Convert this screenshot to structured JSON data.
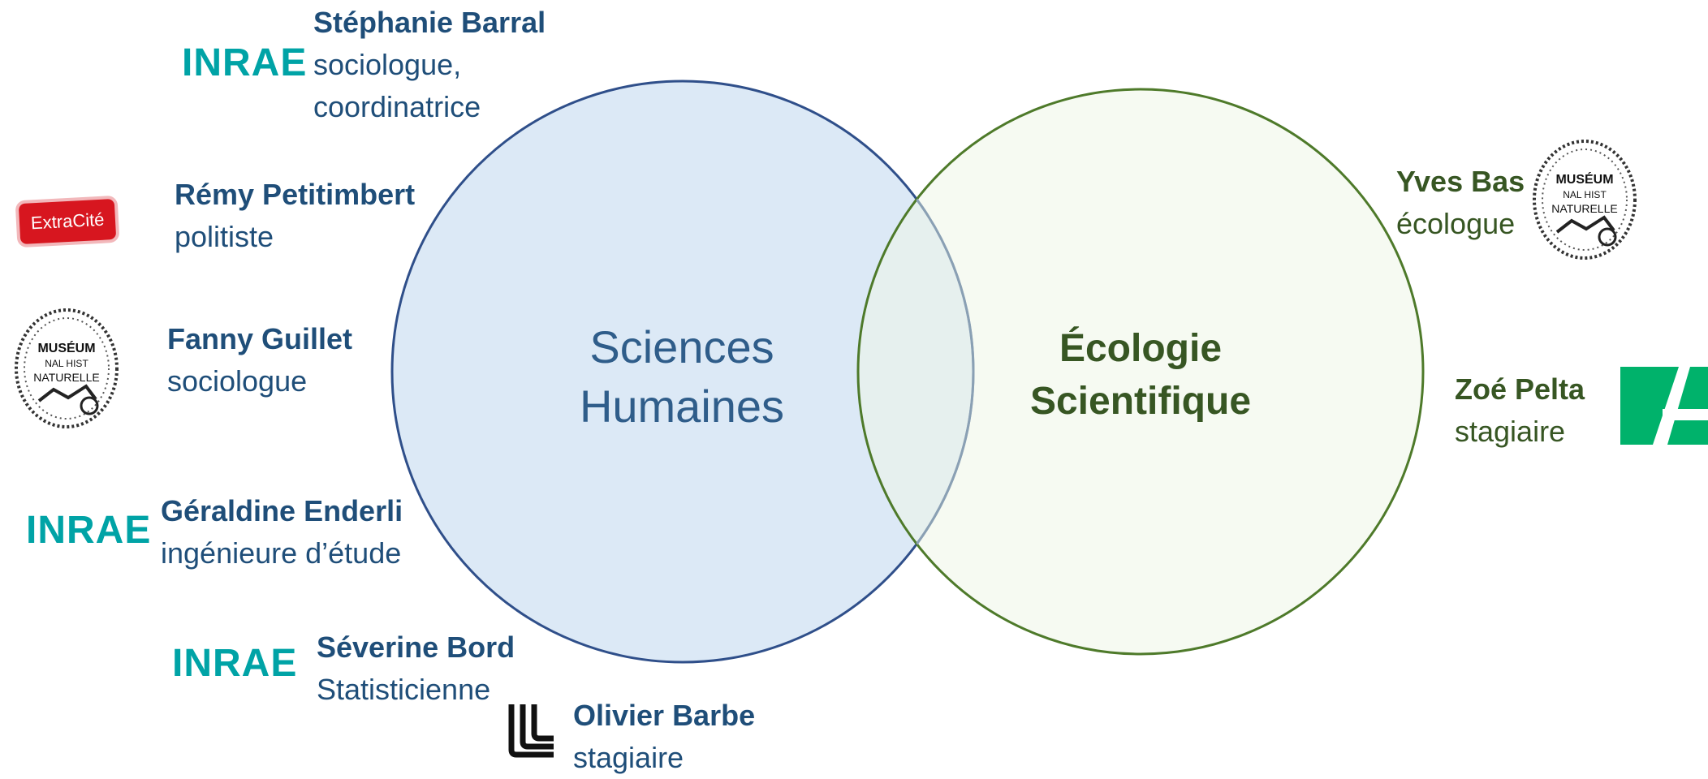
{
  "left_circle": {
    "label_line1": "Sciences",
    "label_line2": "Humaines"
  },
  "right_circle": {
    "label_line1": "Écologie",
    "label_line2": "Scientifique"
  },
  "people": {
    "barral": {
      "name": "Stéphanie Barral",
      "role_line1": "sociologue,",
      "role_line2": "coordinatrice"
    },
    "petitimbert": {
      "name": "Rémy Petitimbert",
      "role": "politiste"
    },
    "guillet": {
      "name": "Fanny Guillet",
      "role": "sociologue"
    },
    "enderli": {
      "name": "Géraldine Enderli",
      "role": "ingénieure d’étude"
    },
    "bord": {
      "name": "Séverine Bord",
      "role": "Statisticienne"
    },
    "barbe": {
      "name": "Olivier Barbe",
      "role": "stagiaire"
    },
    "bas": {
      "name": "Yves Bas",
      "role": "écologue"
    },
    "pelta": {
      "name": "Zoé Pelta",
      "role": "stagiaire"
    }
  },
  "logos": {
    "inrae": "INRAE",
    "extracite": "ExtraCité",
    "museum_line1": "MUSÉUM",
    "museum_line2": "NAL HIST",
    "museum_line3": "NATURELLE"
  },
  "colors": {
    "blue_text": "#1f4e79",
    "green_text": "#375623",
    "left_circle_fill": "#dce9f6",
    "left_circle_stroke": "#2f4f8a",
    "right_circle_fill": "#eef6e8",
    "right_circle_stroke": "#4e7a2a",
    "inrae": "#00a3a6",
    "extracite": "#d7161f",
    "green_logo": "#00b26b"
  }
}
